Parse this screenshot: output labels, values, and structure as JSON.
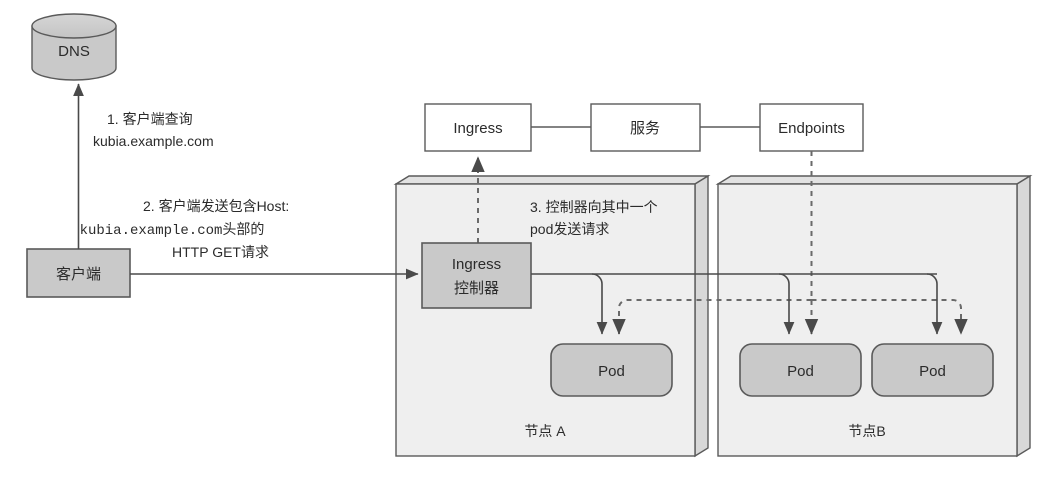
{
  "diagram": {
    "title": "Kubernetes Ingress request flow",
    "colors": {
      "stroke": "#5a5a5a",
      "text": "#2b2b2b",
      "fill_gray": "#c9c9c9",
      "fill_light": "#efefef",
      "fill_white": "#ffffff",
      "page_bg": "#ffffff"
    }
  },
  "nodes": {
    "dns": {
      "label": "DNS",
      "shape": "cylinder"
    },
    "client": {
      "label": "客户端",
      "shape": "rect"
    },
    "ingress": {
      "label": "Ingress",
      "shape": "rect"
    },
    "service": {
      "label": "服务",
      "shape": "rect"
    },
    "endpoints": {
      "label": "Endpoints",
      "shape": "rect"
    },
    "ingress_controller": {
      "label_line1": "Ingress",
      "label_line2": "控制器",
      "shape": "rect"
    },
    "node_a": {
      "label": "节点 A",
      "shape": "node-3d"
    },
    "node_b": {
      "label": "节点B",
      "shape": "node-3d"
    },
    "pod_a1": {
      "label": "Pod",
      "shape": "rounded-rect"
    },
    "pod_b1": {
      "label": "Pod",
      "shape": "rounded-rect"
    },
    "pod_b2": {
      "label": "Pod",
      "shape": "rounded-rect"
    }
  },
  "steps": [
    {
      "id": "step1",
      "lines": [
        "1.  客户端查询",
        "kubia.example.com"
      ],
      "mono_lines": [
        false,
        false
      ]
    },
    {
      "id": "step2",
      "lines": [
        "2.  客户端发送包含Host:",
        "kubia.example.com头部的",
        "HTTP GET请求"
      ],
      "mono_lines": [
        false,
        true,
        false
      ]
    },
    {
      "id": "step3",
      "lines": [
        "3. 控制器向其中一个",
        "pod发送请求"
      ],
      "mono_lines": [
        false,
        false
      ]
    }
  ]
}
